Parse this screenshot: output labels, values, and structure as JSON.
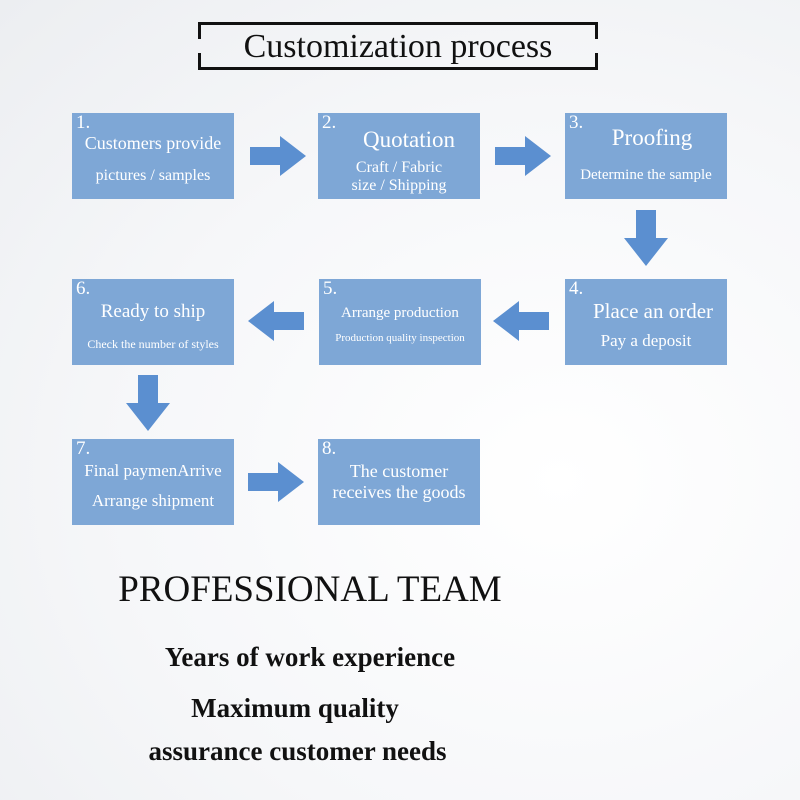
{
  "title": "Customization process",
  "colors": {
    "box": "#7ea7d6",
    "arrow": "#5b8fd0",
    "text_on_box": "#ffffff",
    "ink": "#111111"
  },
  "steps": [
    {
      "num": "1.",
      "line1": "Customers provide",
      "line2": "pictures / samples"
    },
    {
      "num": "2.",
      "line1": "Quotation",
      "line2": "Craft  /  Fabric",
      "line3": "size /   Shipping"
    },
    {
      "num": "3.",
      "line1": "Proofing",
      "line2": "Determine the sample"
    },
    {
      "num": "4.",
      "line1": "Place an order",
      "line2": "Pay a deposit"
    },
    {
      "num": "5.",
      "line1": "Arrange production",
      "line2": "Production quality inspection"
    },
    {
      "num": "6.",
      "line1": "Ready to ship",
      "line2": "Check the number of styles"
    },
    {
      "num": "7.",
      "line1": "Final paymenArrive",
      "line2": "Arrange shipment"
    },
    {
      "num": "8.",
      "line1": "The customer",
      "line2": "receives the goods"
    }
  ],
  "professional": {
    "heading": "PROFESSIONAL TEAM",
    "line1": "Years of work experience",
    "line2": "Maximum quality",
    "line3": "assurance customer needs"
  }
}
